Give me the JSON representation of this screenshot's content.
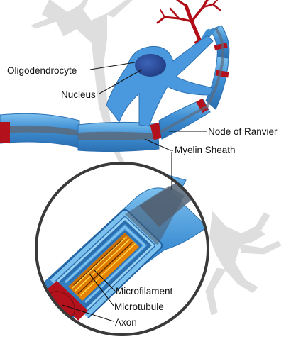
{
  "labels": {
    "oligodendrocyte": "Oligodendrocyte",
    "nucleus": "Nucleus",
    "node_of_ranvier": "Node of Ranvier",
    "myelin_sheath": "Myelin Sheath",
    "microfilament": "Microfilament",
    "microtubule": "Microtubule",
    "axon": "Axon"
  },
  "colors": {
    "myelin": "#3f8fd4",
    "myelin_light": "#7cc0ee",
    "myelin_dark": "#2a6fb0",
    "cell_body": "#4a98dd",
    "nucleus": "#2e4e9e",
    "axon_core": "#5c6b7d",
    "node": "#b3121c",
    "dendrite_red": "#b00d17",
    "background_neuron": "#dcdcdc",
    "lens_ring": "#3a3a3a",
    "microfilament": "#f5b400",
    "microtubule_core": "#e06a00"
  }
}
